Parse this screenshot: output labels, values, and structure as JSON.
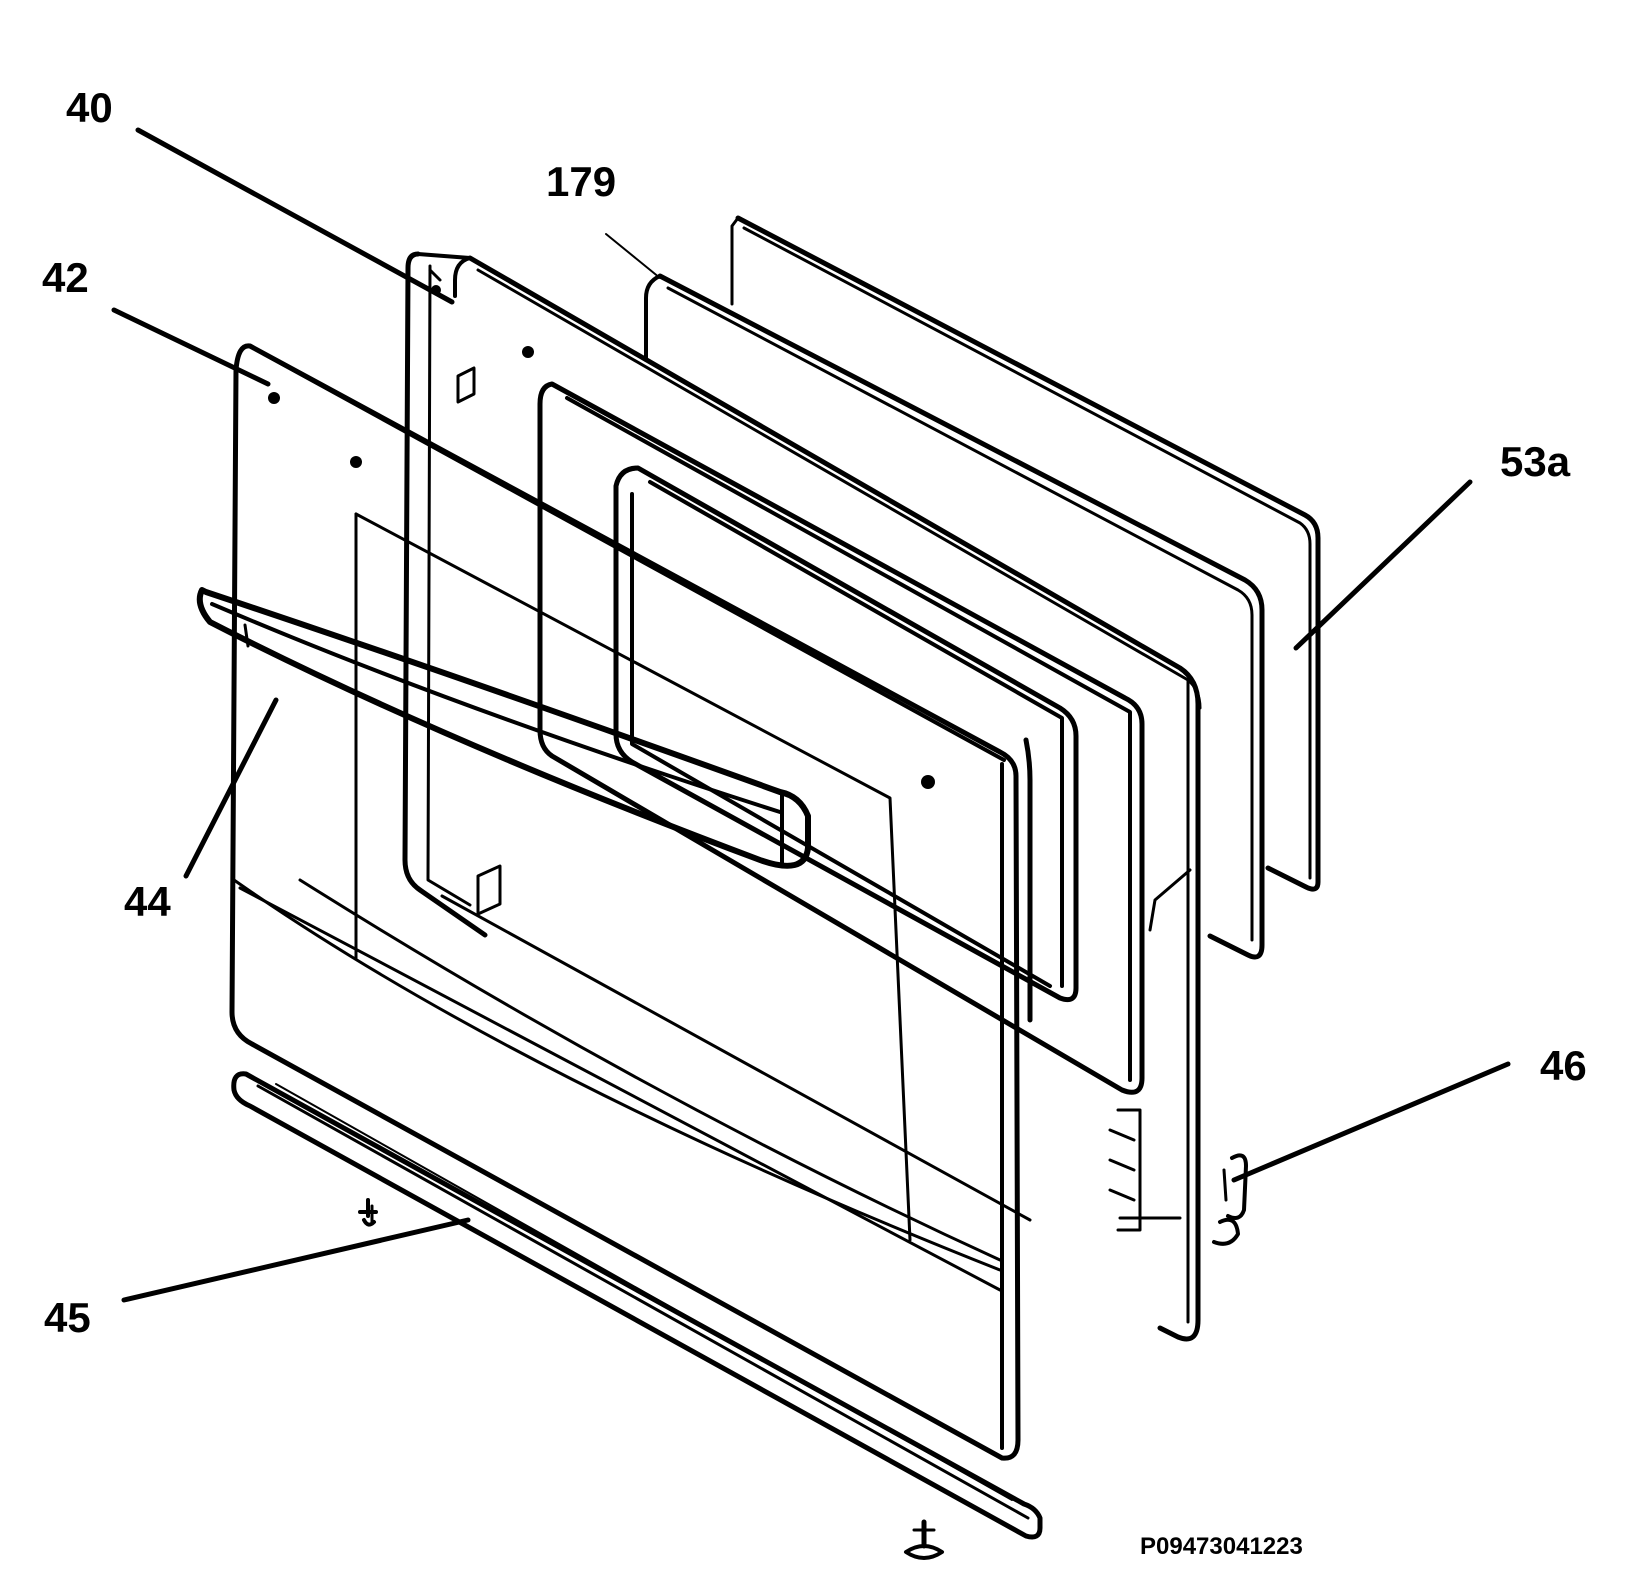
{
  "callouts": {
    "part_40": "40",
    "part_179": "179",
    "part_42": "42",
    "part_53a": "53a",
    "part_44": "44",
    "part_46": "46",
    "part_45": "45"
  },
  "drawing_code": "P09473041223",
  "colors": {
    "ink": "#000000",
    "paper": "#ffffff"
  }
}
